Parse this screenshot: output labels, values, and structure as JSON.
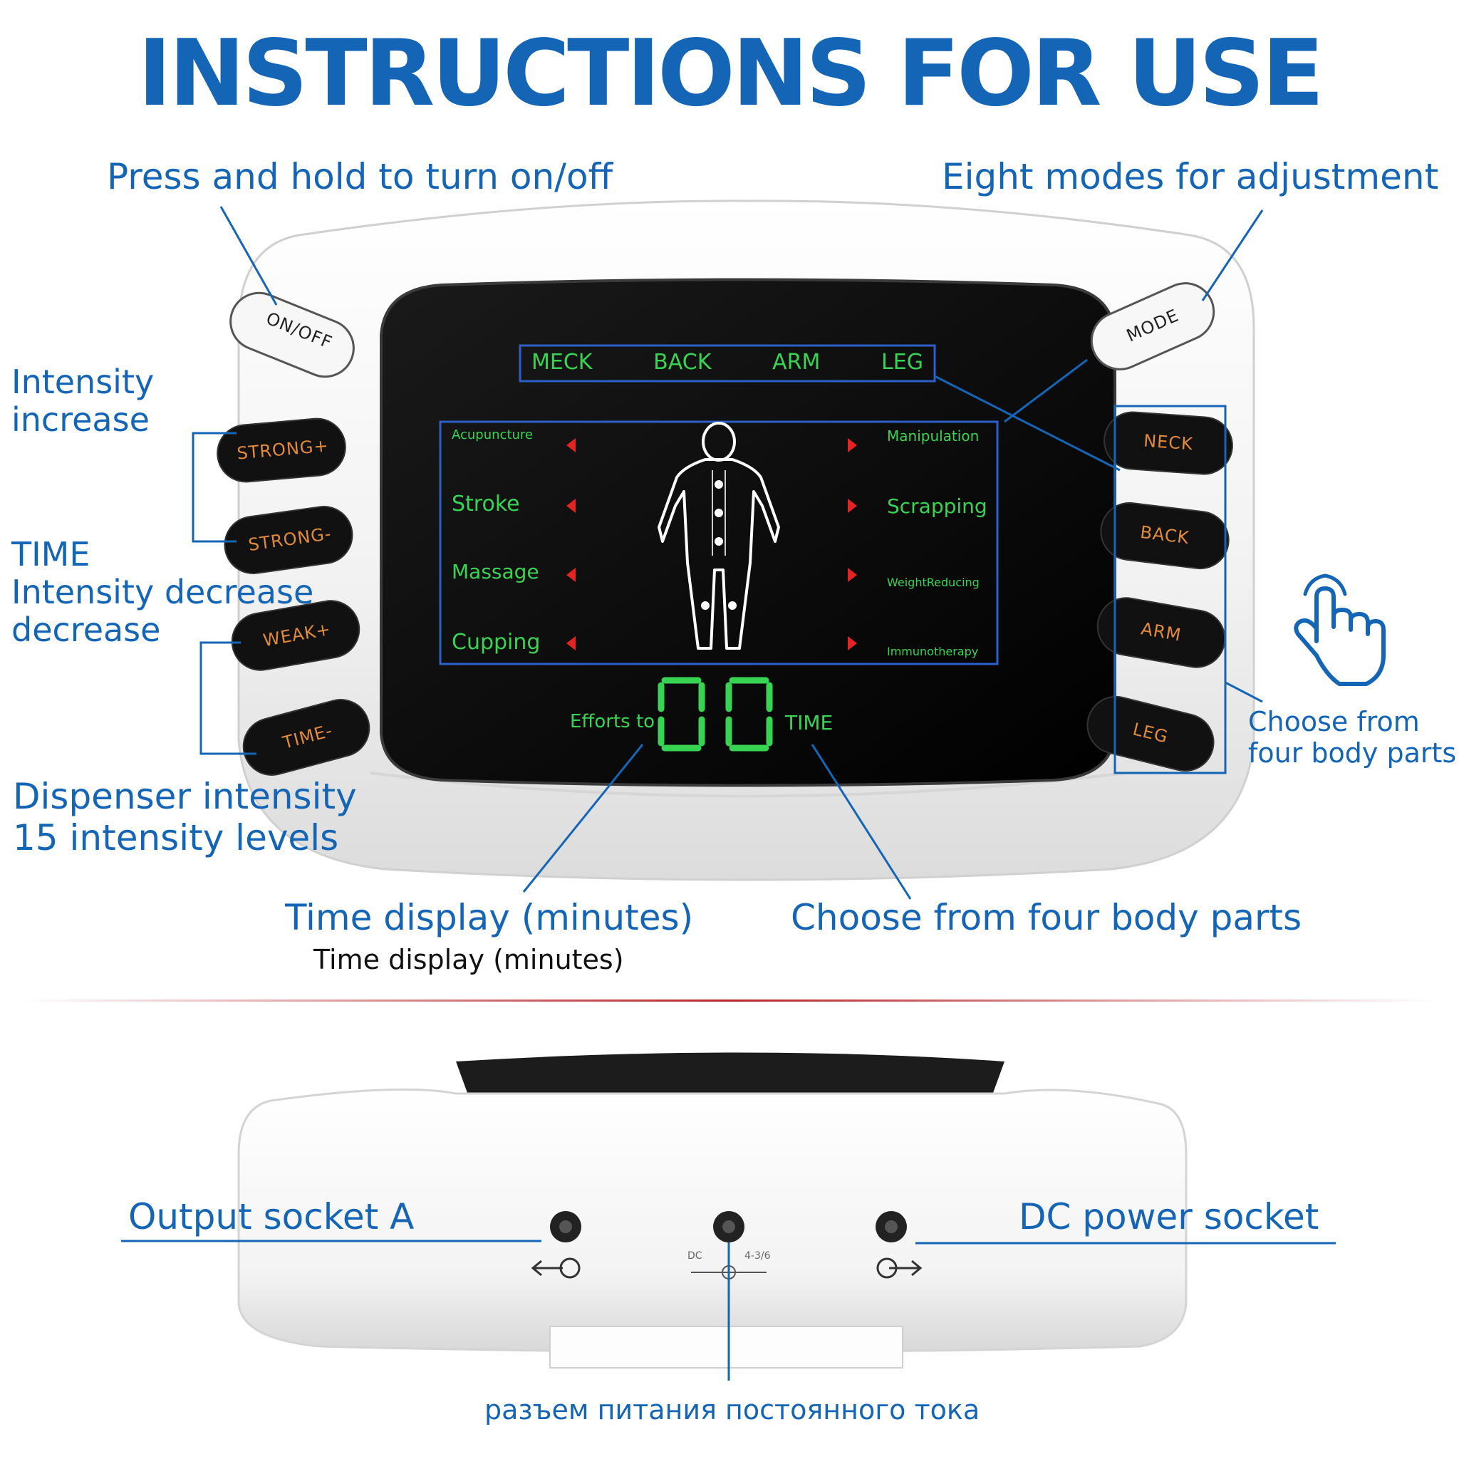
{
  "title": "INSTRUCTIONS FOR USE",
  "colors": {
    "accent": "#1565b7",
    "lcd_green": "#39d353",
    "lcd_frame": "#2c5fc9",
    "arrow_red": "#e32424",
    "button_text": "#e08a3a",
    "device_body": "#f4f4f4",
    "screen_bg": "#050505",
    "divider": "#b8242a"
  },
  "annotations": {
    "power": "Press and hold to turn on/off",
    "modes": "Eight modes for adjustment",
    "intensity_increase": "Intensity\nincrease",
    "time_decrease": "TIME\nIntensity decrease\ndecrease",
    "dispenser": "Dispenser intensity\n15 intensity levels",
    "body_parts_right": "Choose from\nfour body parts",
    "time_display": "Time display (minutes)",
    "time_display_sub": "Time display (minutes)",
    "body_parts_bottom": "Choose from four body parts",
    "output_socket": "Output socket A",
    "dc_socket": "DC power socket",
    "russian_label": "разъем питания постоянного тока"
  },
  "device": {
    "buttons": {
      "on_off": "ON/OFF",
      "mode": "MODE",
      "strong_plus": "STRONG+",
      "strong_minus": "STRONG-",
      "weak_plus": "WEAK+",
      "time_minus": "TIME-",
      "neck": "NECK",
      "back": "BACK",
      "arm": "ARM",
      "leg": "LEG"
    },
    "screen": {
      "body_parts": [
        "MECK",
        "BACK",
        "ARM",
        "LEG"
      ],
      "left_modes": [
        "Acupuncture",
        "Stroke",
        "Massage",
        "Cupping"
      ],
      "right_modes": [
        "Manipulation",
        "Scrapping",
        "WeightReducing",
        "Immunotherapy"
      ],
      "efforts_label": "Efforts to",
      "digits": "00",
      "time_label": "TIME"
    },
    "socket_labels": {
      "dc": "DC",
      "out": "4-3/6"
    }
  },
  "icons": [
    "hand-pointer-icon",
    "body-figure-icon",
    "output-arrow-icon",
    "input-arrow-icon",
    "left-arrow-icon",
    "right-arrow-icon"
  ]
}
